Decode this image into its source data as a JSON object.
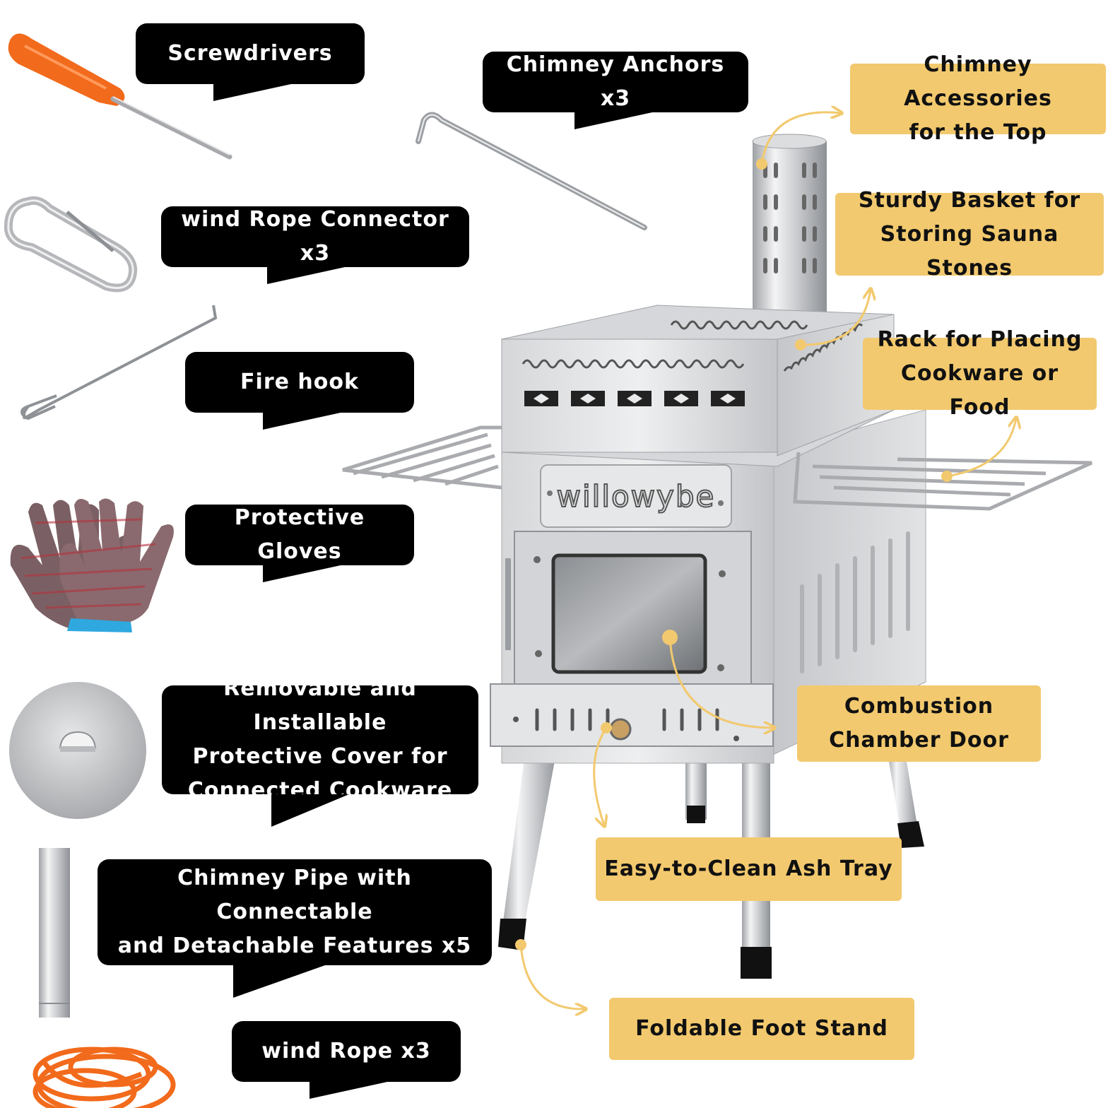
{
  "callouts": {
    "screwdrivers": "Screwdrivers",
    "chimney_anchors": "Chimney Anchors x3",
    "rope_connector": "wind Rope Connector x3",
    "fire_hook": "Fire hook",
    "gloves": "Protective Gloves",
    "cover": [
      "Removable and Installable",
      "Protective Cover for",
      "Connected Cookware"
    ],
    "chimney_pipe": [
      "Chimney Pipe with Connectable",
      "and Detachable Features x5"
    ],
    "wind_rope": "wind Rope x3"
  },
  "features": {
    "chimney_top": [
      "Chimney Accessories",
      "for the Top"
    ],
    "basket": [
      "Sturdy Basket for",
      "Storing Sauna Stones"
    ],
    "rack": [
      "Rack for Placing",
      "Cookware or Food"
    ],
    "door": [
      "Combustion",
      "Chamber Door"
    ],
    "ash_tray": "Easy-to-Clean Ash Tray",
    "foot_stand": "Foldable Foot Stand"
  },
  "brand": "willowybe",
  "colors": {
    "label_bg": "#f2c96e",
    "bubble_bg": "#000000",
    "arrow": "#f2c96e",
    "steel": "#d9dadc",
    "orange": "#f26a1b"
  }
}
